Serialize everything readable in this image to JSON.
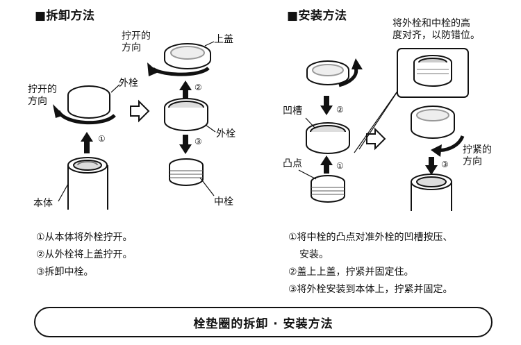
{
  "left": {
    "title": "■拆卸方法",
    "labels": {
      "twist_dir_a": "拧开的\n方向",
      "outer_plug": "外栓",
      "body": "本体",
      "twist_dir_b": "拧开的\n方向",
      "top_lid": "上盖",
      "outer_plug_b": "外栓",
      "middle_plug": "中栓"
    },
    "step_markers": [
      "①",
      "②",
      "③"
    ],
    "steps": [
      "①从本体将外栓拧开。",
      "②从外栓将上盖拧开。",
      "③拆卸中栓。"
    ]
  },
  "right": {
    "title": "■安装方法",
    "labels": {
      "align_note": "将外栓和中栓的高\n度对齐，以防错位。",
      "groove": "凹槽",
      "bump": "凸点",
      "tighten_dir": "拧紧的\n方向"
    },
    "step_markers": [
      "②",
      "①",
      "③"
    ],
    "steps": [
      "①将中栓的凸点对准外栓的凹槽按压、",
      "安装。",
      "②盖上上盖，拧紧并固定住。",
      "③将外栓安装到本体上，拧紧并固定。"
    ]
  },
  "banner": "栓垫圈的拆卸 · 安装方法"
}
